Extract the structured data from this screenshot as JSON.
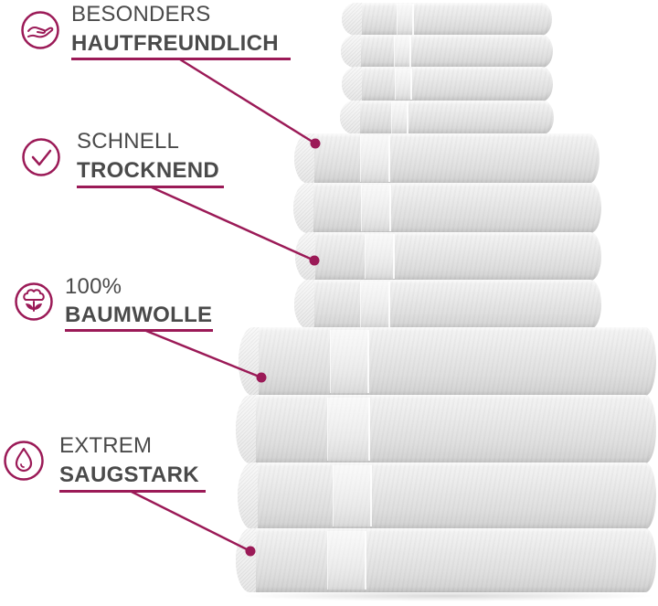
{
  "colors": {
    "accent": "#9b1a57",
    "text": "#4a4a4a",
    "background": "#ffffff",
    "towel": "#e6e6e6"
  },
  "features": [
    {
      "icon": "hand-icon",
      "line1": "BESONDERS",
      "line2": "HAUTFREUNDLICH"
    },
    {
      "icon": "checkmark-icon",
      "line1": "SCHNELL",
      "line2": "TROCKNEND"
    },
    {
      "icon": "cotton-flower-icon",
      "line1": "100%",
      "line2": "BAUMWOLLE"
    },
    {
      "icon": "water-drop-icon",
      "line1": "EXTREM",
      "line2": "SAUGSTARK"
    }
  ],
  "product_image": {
    "subject": "stack of white terry towels",
    "towel_count": 12,
    "groups": [
      {
        "size": "small",
        "count": 4
      },
      {
        "size": "medium",
        "count": 4
      },
      {
        "size": "large",
        "count": 4
      }
    ]
  }
}
